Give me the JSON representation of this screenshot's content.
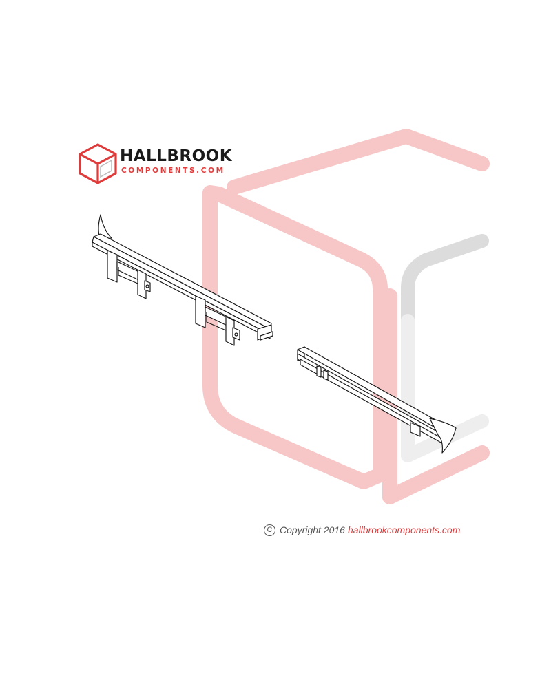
{
  "brand": {
    "name": "HALLBROOK",
    "subtitle": "COMPONENTS.COM",
    "accent_color": "#e03b3b"
  },
  "copyright": {
    "symbol": "C",
    "text": "Copyright 2016",
    "link": "hallbrookcomponents.com"
  },
  "drawing": {
    "parts": [
      "left-rail-assembly",
      "right-rail-assembly"
    ],
    "watermark": "faded-cube-logo",
    "watermark_colors": [
      "#f7c6c6",
      "#dcdcdc"
    ]
  }
}
